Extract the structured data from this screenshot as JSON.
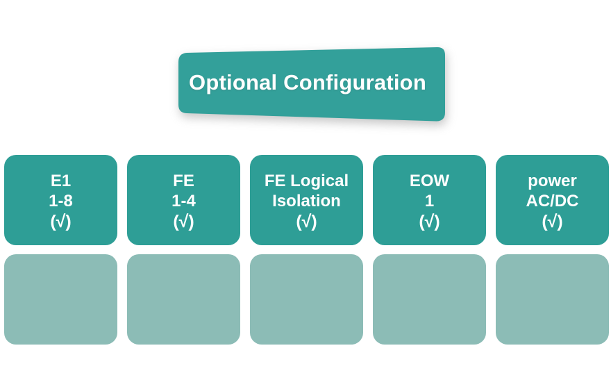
{
  "banner": {
    "title": "Optional Configuration",
    "fill_color": "#33A09A",
    "text_color": "#FFFFFF"
  },
  "colors": {
    "background": "#FFFFFF",
    "box_fill": "#2E9E96",
    "slot_fill": "#8CBCB6",
    "label_text": "#FFFFFF"
  },
  "options": [
    {
      "name": "E1",
      "range": "1-8",
      "check": "(√)"
    },
    {
      "name": "FE",
      "range": "1-4",
      "check": "(√)"
    },
    {
      "name": "FE Logical",
      "range": "Isolation",
      "check": "(√)"
    },
    {
      "name": "EOW",
      "range": "1",
      "check": "(√)"
    },
    {
      "name": "power",
      "range": "AC/DC",
      "check": "(√)"
    }
  ],
  "slots": [
    {
      "label": ""
    },
    {
      "label": ""
    },
    {
      "label": ""
    },
    {
      "label": ""
    },
    {
      "label": ""
    }
  ]
}
